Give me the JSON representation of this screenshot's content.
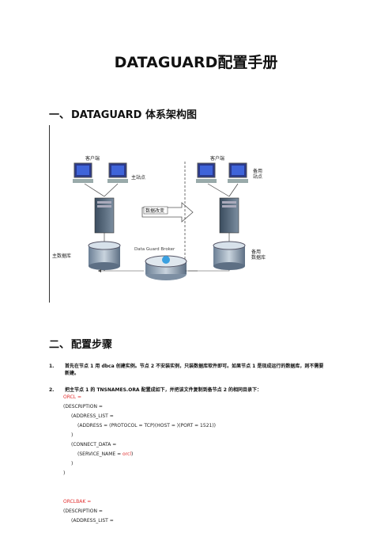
{
  "doc": {
    "title": "DATAGUARD配置手册",
    "sections": [
      {
        "num": "一、",
        "label": "DATAGUARD 体系架构图"
      },
      {
        "num": "二、",
        "label": "配置步骤"
      }
    ],
    "diagram": {
      "client_left": "客户端",
      "client_right": "客户端",
      "primary_site": "主站点",
      "standby_site": "备用\n站点",
      "data_change": "数据改变",
      "broker": "Data Guard Broker",
      "primary_db": "主数据库",
      "standby_db": "备用\n数据库"
    },
    "steps": [
      {
        "num": "1.",
        "text": "首先在节点 1 用 dbca 创建实例。节点 2 不安装实例，只装数据库软件即可。如果节点 1 是现成运行的数据库，则不需要新建。"
      },
      {
        "num": "2.",
        "text": "把主节点 1 的 TNSNAMES.ORA 配置成如下，并把该文件复制到备节点 2 的相同目录下："
      }
    ],
    "code": {
      "orcl_label": "ORCL =",
      "desc1": "(DESCRIPTION =",
      "addrlist1": "(ADDRESS_LIST =",
      "addr1": "(ADDRESS = (PROTOCOL = TCP)(HOST = )(PORT = 1521))",
      "close_a": ")",
      "connect": "(CONNECT_DATA =",
      "service_prefix": "(SERVICE_NAME = ",
      "service_name": "orcl",
      "service_suffix": ")",
      "close_b": ")",
      "close_c": ")",
      "orclbak_label": "ORCLBAK =",
      "desc2": "(DESCRIPTION =",
      "addrlist2": "(ADDRESS_LIST ="
    }
  }
}
